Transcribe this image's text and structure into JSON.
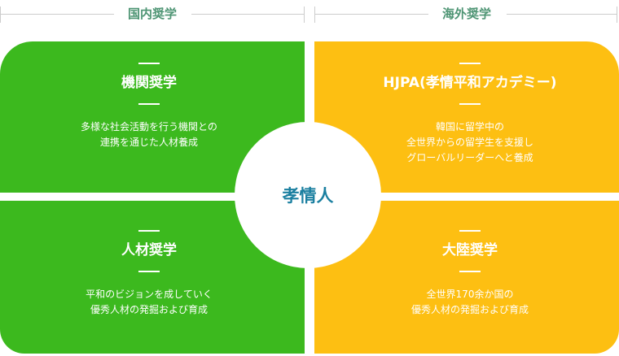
{
  "headers": {
    "domestic": "国内奨学",
    "overseas": "海外奨学"
  },
  "center": "孝情人",
  "panels": [
    {
      "title": "機関奨学",
      "desc": [
        "多様な社会活動を行う機関との",
        "連携を通じた人材養成"
      ]
    },
    {
      "title": "HJPA(孝情平和アカデミー)",
      "desc": [
        "韓国に留学中の",
        "全世界からの留学生を支援し",
        "グローバルリーダーへと養成"
      ]
    },
    {
      "title": "人材奨学",
      "desc": [
        "平和のビジョンを成していく",
        "優秀人材の発掘および育成"
      ]
    },
    {
      "title": "大陸奨学",
      "desc": [
        "全世界170余か国の",
        "優秀人材の発掘および育成"
      ]
    }
  ],
  "colors": {
    "green": "#3cb91e",
    "yellow": "#fdbf12",
    "heading": "#4d9473",
    "center": "#1a7fa0"
  }
}
